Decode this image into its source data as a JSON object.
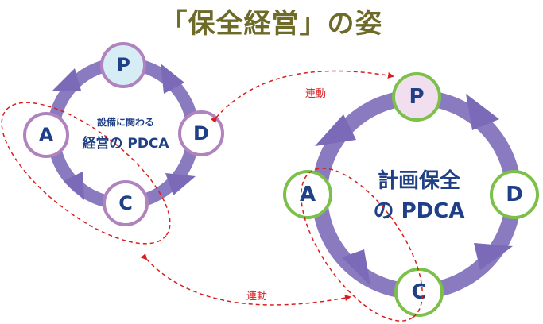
{
  "title": "「保全経営」の姿",
  "left_cycle": {
    "small_label": "設備に関わる",
    "main_label": "経営の PDCA",
    "nodes": {
      "p": "P",
      "d": "D",
      "c": "C",
      "a": "A"
    }
  },
  "right_cycle": {
    "line1": "計画保全",
    "line2": "の PDCA",
    "nodes": {
      "p": "P",
      "d": "D",
      "c": "C",
      "a": "A"
    }
  },
  "links": {
    "top": "連動",
    "bottom": "連動"
  },
  "colors": {
    "ring": "#8a7bc0",
    "arrow": "#7b6ab8",
    "left_node_border": "#b083bf",
    "left_p_fill": "#d7edf6",
    "right_node_border": "#7cc04a",
    "right_p_fill": "#f1dfef",
    "text_blue": "#1f3f86",
    "dash_red": "#d81e1e",
    "title": "#6e6b28"
  }
}
